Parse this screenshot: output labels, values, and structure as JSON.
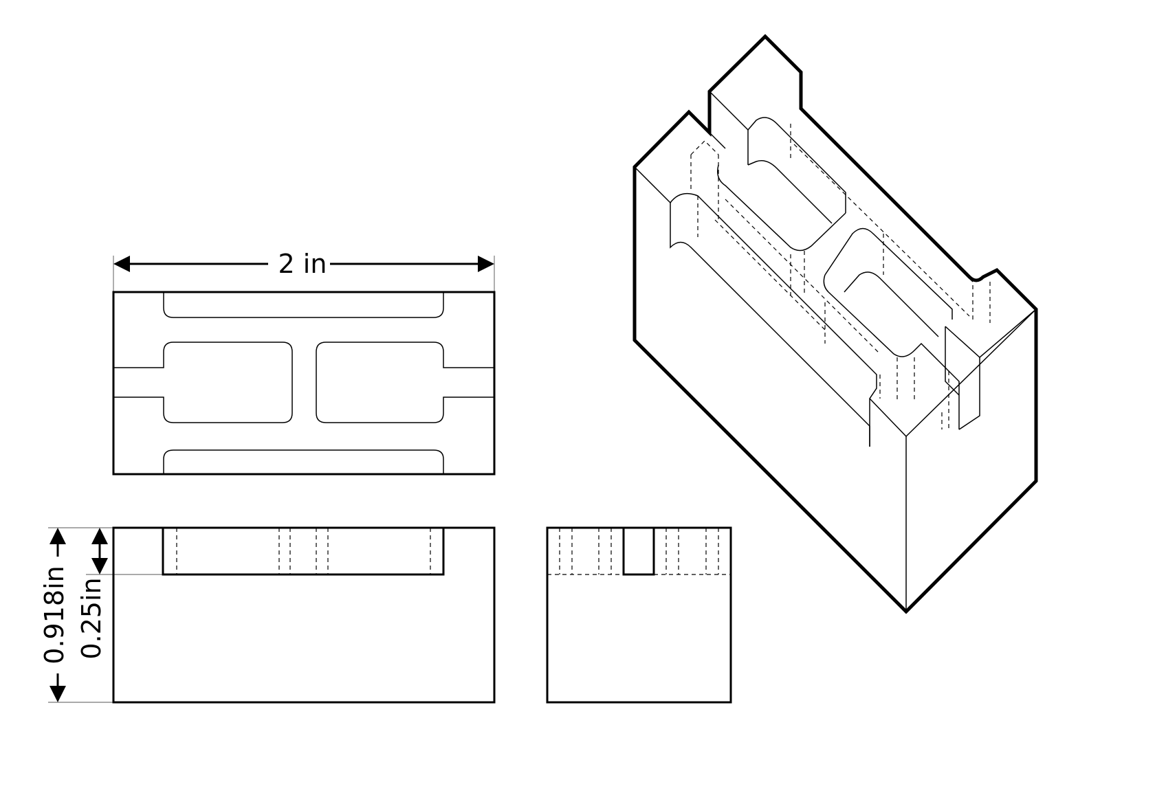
{
  "dimensions": {
    "width_label": "2 in",
    "total_height_label": "0.918in",
    "slot_depth_label": "0.25in"
  },
  "views": [
    "top-view",
    "front-view",
    "side-view",
    "isometric-view"
  ]
}
